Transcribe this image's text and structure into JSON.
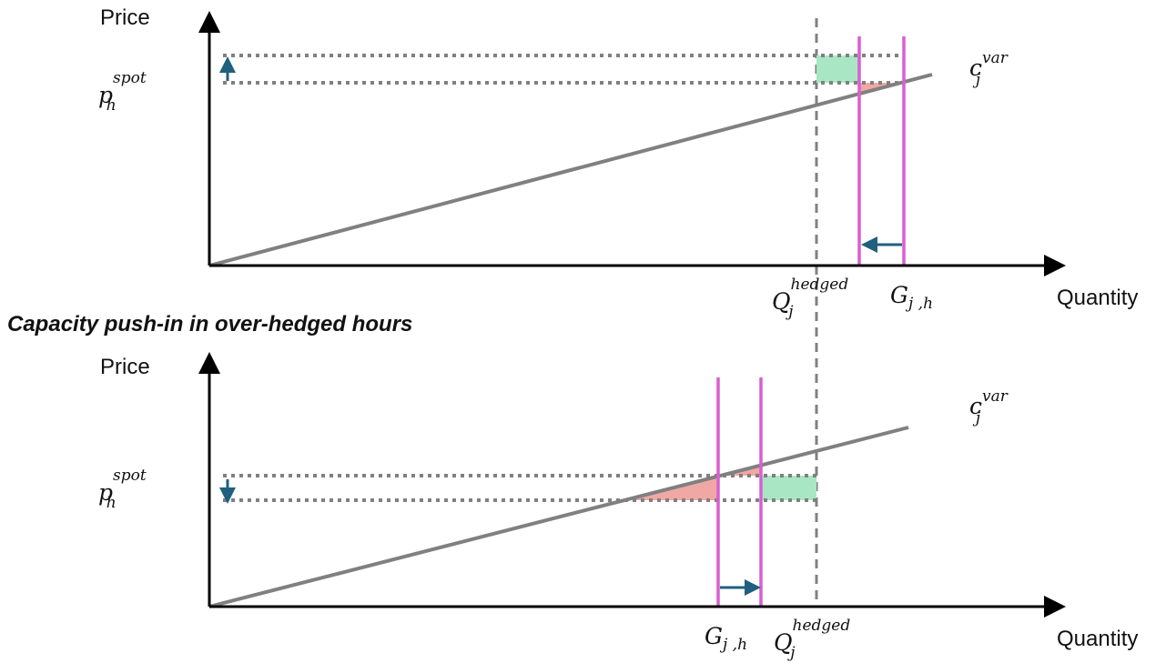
{
  "axes": {
    "y_label": "Price",
    "x_label": "Quantity"
  },
  "section_title": "Capacity push-in in over-hedged hours",
  "math": {
    "p_base": "p",
    "p_sub": "h",
    "p_sup": "spot",
    "c_base": "c",
    "c_sub": "j",
    "c_sup": "var",
    "q_base": "Q",
    "q_sub": "j",
    "q_sup": "hedged",
    "g_base": "G",
    "g_sub": "j ,h"
  },
  "colors": {
    "cost_line": "#808080",
    "generation": "#d95fd0",
    "gain": "#a8e6c4",
    "loss": "#f0a8a4",
    "arrow": "#1f5f7f"
  }
}
